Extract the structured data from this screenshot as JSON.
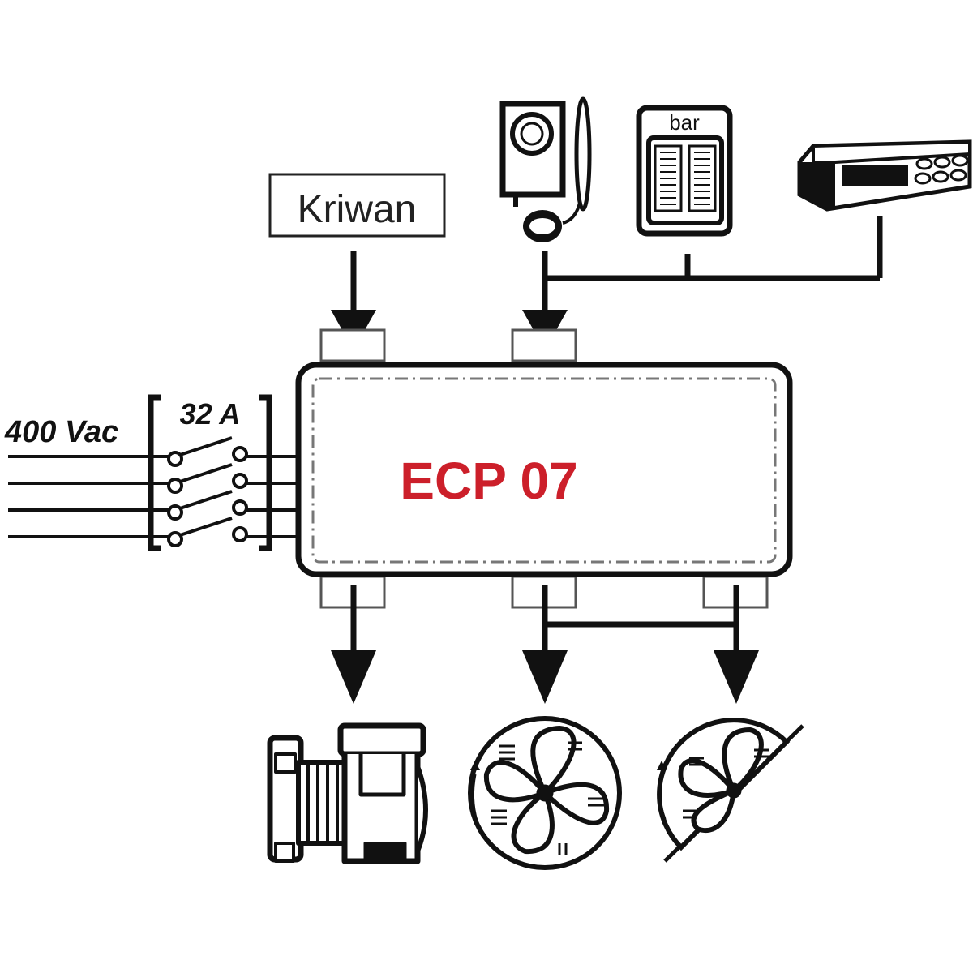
{
  "diagram": {
    "controller_label": "ECP 07",
    "controller_color": "#cc1f2a",
    "supply_label": "400 Vac",
    "breaker_label": "32 A",
    "protection_label": "Kriwan",
    "gauge_label": "bar"
  },
  "icons": {
    "thermostat": "thermostat-icon",
    "pressure_gauge": "pressure-gauge-icon",
    "display_panel": "controller-display-icon",
    "compressor": "compressor-icon",
    "fan": "fan-icon",
    "wall_fan": "wall-fan-icon"
  }
}
